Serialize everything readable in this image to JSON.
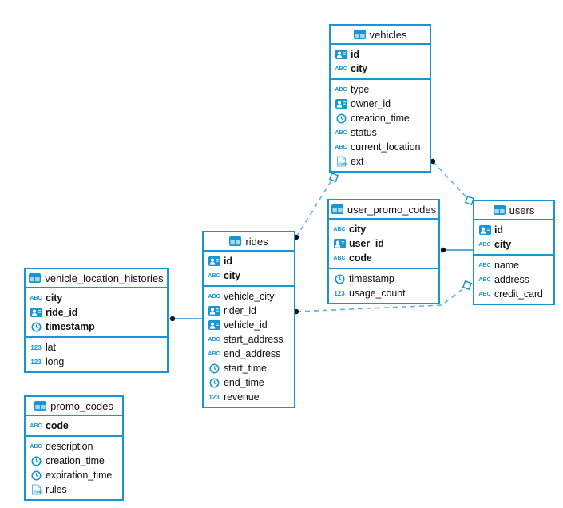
{
  "diagram": {
    "background_color": "#ffffff",
    "accent_color": "#1896d3",
    "dashed_line_color": "#5ab4e4",
    "endpoint_dot_color": "#111111",
    "icons": {
      "text_type": "ABC",
      "number_type": "123",
      "json_type": "JSON"
    },
    "tables": [
      {
        "name": "vehicles",
        "fields": [
          {
            "name": "id",
            "type": "id",
            "key": true
          },
          {
            "name": "city",
            "type": "text",
            "key": true
          },
          {
            "name": "type",
            "type": "text",
            "key": false
          },
          {
            "name": "owner_id",
            "type": "id",
            "key": false
          },
          {
            "name": "creation_time",
            "type": "time",
            "key": false
          },
          {
            "name": "status",
            "type": "text",
            "key": false
          },
          {
            "name": "current_location",
            "type": "text",
            "key": false
          },
          {
            "name": "ext",
            "type": "json",
            "key": false
          }
        ]
      },
      {
        "name": "user_promo_codes",
        "fields": [
          {
            "name": "city",
            "type": "text",
            "key": true
          },
          {
            "name": "user_id",
            "type": "id",
            "key": true
          },
          {
            "name": "code",
            "type": "text",
            "key": true
          },
          {
            "name": "timestamp",
            "type": "time",
            "key": false
          },
          {
            "name": "usage_count",
            "type": "number",
            "key": false
          }
        ]
      },
      {
        "name": "users",
        "fields": [
          {
            "name": "id",
            "type": "id",
            "key": true
          },
          {
            "name": "city",
            "type": "text",
            "key": true
          },
          {
            "name": "name",
            "type": "text",
            "key": false
          },
          {
            "name": "address",
            "type": "text",
            "key": false
          },
          {
            "name": "credit_card",
            "type": "text",
            "key": false
          }
        ]
      },
      {
        "name": "rides",
        "fields": [
          {
            "name": "id",
            "type": "id",
            "key": true
          },
          {
            "name": "city",
            "type": "text",
            "key": true
          },
          {
            "name": "vehicle_city",
            "type": "text",
            "key": false
          },
          {
            "name": "rider_id",
            "type": "id",
            "key": false
          },
          {
            "name": "vehicle_id",
            "type": "id",
            "key": false
          },
          {
            "name": "start_address",
            "type": "text",
            "key": false
          },
          {
            "name": "end_address",
            "type": "text",
            "key": false
          },
          {
            "name": "start_time",
            "type": "time",
            "key": false
          },
          {
            "name": "end_time",
            "type": "time",
            "key": false
          },
          {
            "name": "revenue",
            "type": "number",
            "key": false
          }
        ]
      },
      {
        "name": "vehicle_location_histories",
        "fields": [
          {
            "name": "city",
            "type": "text",
            "key": true
          },
          {
            "name": "ride_id",
            "type": "id",
            "key": true
          },
          {
            "name": "timestamp",
            "type": "time",
            "key": true
          },
          {
            "name": "lat",
            "type": "number",
            "key": false
          },
          {
            "name": "long",
            "type": "number",
            "key": false
          }
        ]
      },
      {
        "name": "promo_codes",
        "fields": [
          {
            "name": "code",
            "type": "text",
            "key": true
          },
          {
            "name": "description",
            "type": "text",
            "key": false
          },
          {
            "name": "creation_time",
            "type": "time",
            "key": false
          },
          {
            "name": "expiration_time",
            "type": "time",
            "key": false
          },
          {
            "name": "rules",
            "type": "json",
            "key": false
          }
        ]
      }
    ],
    "relations": [
      {
        "from": "vehicle_location_histories",
        "to": "rides",
        "style": "solid"
      },
      {
        "from": "rides",
        "to": "vehicles",
        "style": "dashed"
      },
      {
        "from": "vehicles",
        "to": "users",
        "style": "dashed"
      },
      {
        "from": "user_promo_codes",
        "to": "users",
        "style": "solid"
      },
      {
        "from": "rides",
        "to": "users",
        "style": "dashed"
      }
    ]
  }
}
